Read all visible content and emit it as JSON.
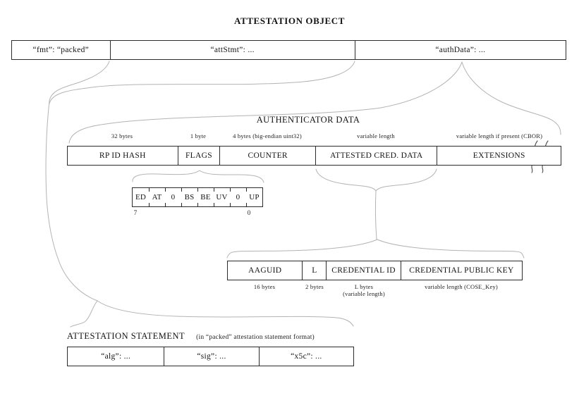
{
  "title": "ATTESTATION OBJECT",
  "colors": {
    "background": "#ffffff",
    "box_border": "#2b2b2b",
    "brace": "#b3b3b3",
    "text": "#141414"
  },
  "attestation_object_row": {
    "fmt": "“fmt”: “packed”",
    "att_stmt": "“attStmt”: ...",
    "auth_data": "“authData”: ..."
  },
  "authenticator_data": {
    "heading": "AUTHENTICATOR DATA",
    "fields": [
      {
        "name": "RP ID HASH",
        "size": "32 bytes"
      },
      {
        "name": "FLAGS",
        "size": "1 byte"
      },
      {
        "name": "COUNTER",
        "size": "4 bytes (big-endian uint32)"
      },
      {
        "name": "ATTESTED CRED. DATA",
        "size": "variable length"
      },
      {
        "name": "EXTENSIONS",
        "size": "variable length if present (CBOR)"
      }
    ]
  },
  "flags": {
    "bits": [
      "ED",
      "AT",
      "0",
      "BS",
      "BE",
      "UV",
      "0",
      "UP"
    ],
    "high_bit": "7",
    "low_bit": "0"
  },
  "attested_credential_data": {
    "fields": [
      {
        "name": "AAGUID",
        "size": "16 bytes"
      },
      {
        "name": "L",
        "size": "2 bytes"
      },
      {
        "name": "CREDENTIAL ID",
        "size": "L bytes",
        "size_note": "(variable length)"
      },
      {
        "name": "CREDENTIAL PUBLIC KEY",
        "size": "variable length (COSE_Key)"
      }
    ]
  },
  "attestation_statement": {
    "heading": "ATTESTATION STATEMENT",
    "note": "(in “packed” attestation statement format)",
    "cells": [
      "“alg”: ...",
      "“sig”: ...",
      "“x5c”: ..."
    ]
  }
}
